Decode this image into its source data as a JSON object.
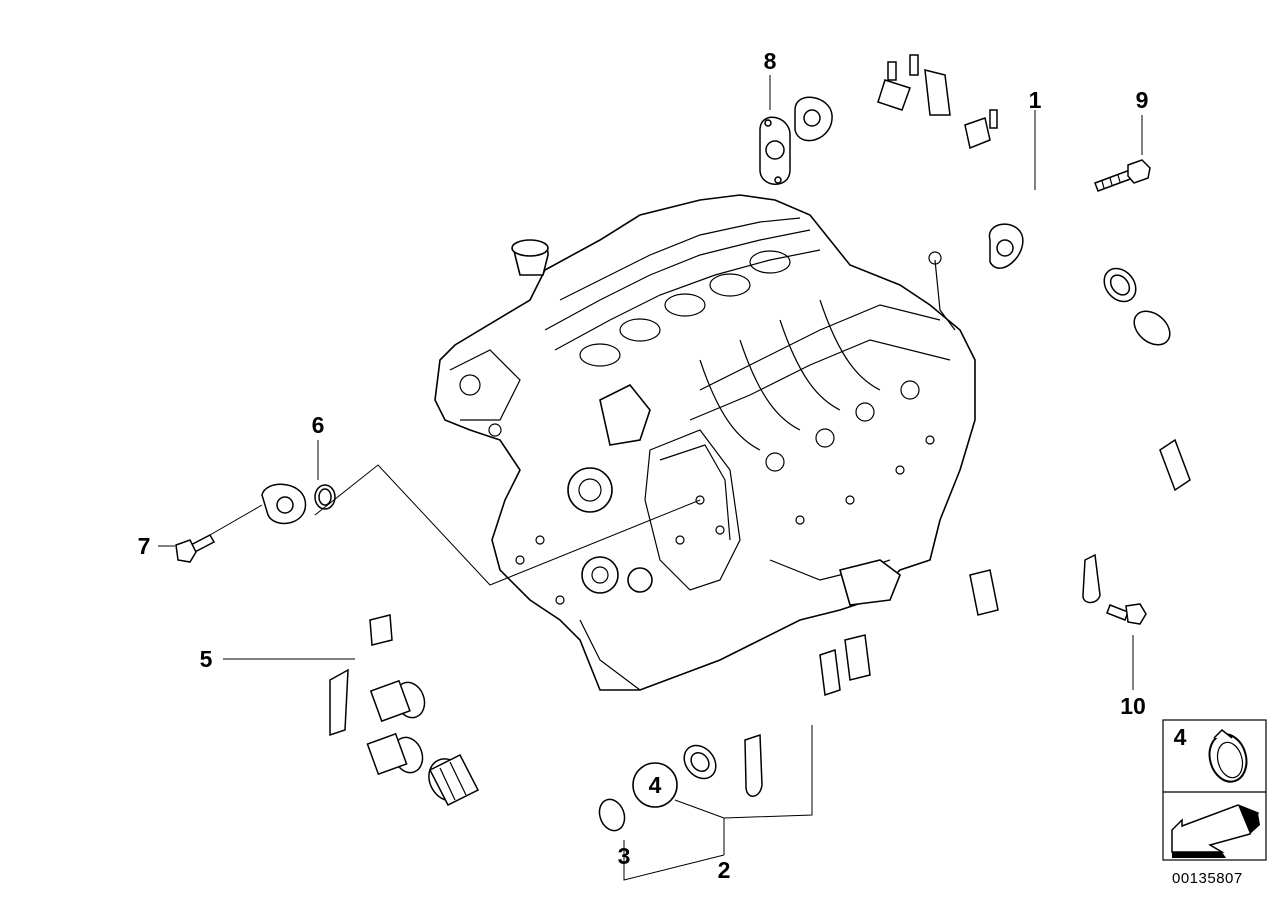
{
  "callouts": {
    "p1": "1",
    "p2": "2",
    "p3": "3",
    "p4": "4",
    "p5": "5",
    "p6": "6",
    "p7": "7",
    "p8": "8",
    "p9": "9",
    "p10": "10"
  },
  "inset": {
    "clamp_label": "4"
  },
  "reference_number": "00135807",
  "colors": {
    "line": "#000000",
    "background": "#ffffff"
  }
}
